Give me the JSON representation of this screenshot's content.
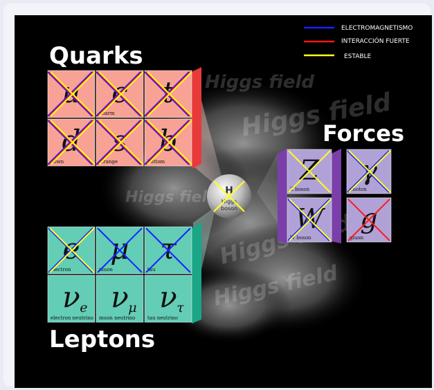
{
  "headings": {
    "quarks": "Quarks",
    "leptons": "Leptons",
    "forces": "Forces"
  },
  "legend": [
    {
      "label": "ELECTROMAGNETISMO",
      "color": "#1a22ff"
    },
    {
      "label": "INTERACCIÓN FUERTE",
      "color": "#ff1a1a"
    },
    {
      "label": "ESTABLE",
      "color": "#ffff22"
    }
  ],
  "higgs": {
    "symbol": "H",
    "line1": "Higgs",
    "line2": "boson",
    "field_text": "Higgs field"
  },
  "quarks": [
    {
      "symbol": "u",
      "caption": ""
    },
    {
      "symbol": "c",
      "caption": "charm"
    },
    {
      "symbol": "t",
      "caption": ""
    },
    {
      "symbol": "d",
      "caption": "down"
    },
    {
      "symbol": "s",
      "caption": "strange"
    },
    {
      "symbol": "b",
      "caption": "bottom"
    }
  ],
  "leptons": [
    {
      "symbol": "e",
      "caption": "electron"
    },
    {
      "symbol": "μ",
      "caption": "muon"
    },
    {
      "symbol": "τ",
      "caption": "tau"
    },
    {
      "symbol": "ν",
      "sub": "e",
      "caption": "electron neutrino"
    },
    {
      "symbol": "ν",
      "sub": "μ",
      "caption": "muon neutrino"
    },
    {
      "symbol": "ν",
      "sub": "τ",
      "caption": "tau neutrino"
    }
  ],
  "forces": [
    {
      "symbol": "Z",
      "caption": "Z boson"
    },
    {
      "symbol": "γ",
      "caption": "photon"
    },
    {
      "symbol": "W",
      "caption": "W boson"
    },
    {
      "symbol": "g",
      "caption": "gluon"
    }
  ],
  "colors": {
    "quark_front": "#f7a294",
    "quark_side": "#e83a3a",
    "lepton_front": "#63cdb5",
    "lepton_side": "#1aa687",
    "force_front": "#b0a2d6",
    "force_side": "#7a3fa8",
    "electromagnetism": "#1a22ff",
    "strong": "#ff1a1a",
    "stable": "#ffff22"
  }
}
